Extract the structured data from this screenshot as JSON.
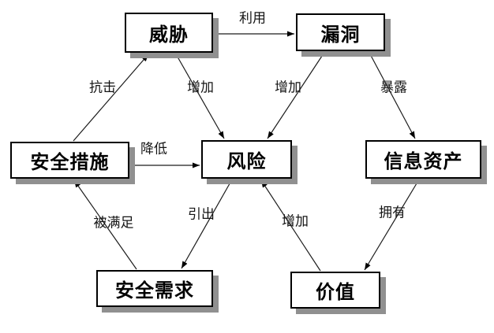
{
  "diagram": {
    "nodes": {
      "threat": {
        "label": "威胁"
      },
      "vulnerability": {
        "label": "漏洞"
      },
      "security_measures": {
        "label": "安全措施"
      },
      "risk": {
        "label": "风险"
      },
      "information_assets": {
        "label": "信息资产"
      },
      "security_requirements": {
        "label": "安全需求"
      },
      "value": {
        "label": "价值"
      }
    },
    "edges": [
      {
        "from": "threat",
        "to": "vulnerability",
        "label": "利用"
      },
      {
        "from": "security_measures",
        "to": "threat",
        "label": "抗击"
      },
      {
        "from": "threat",
        "to": "risk",
        "label": "增加"
      },
      {
        "from": "vulnerability",
        "to": "risk",
        "label": "增加"
      },
      {
        "from": "vulnerability",
        "to": "information_assets",
        "label": "暴露"
      },
      {
        "from": "security_measures",
        "to": "risk",
        "label": "降低"
      },
      {
        "from": "security_requirements",
        "to": "security_measures",
        "label": "被满足"
      },
      {
        "from": "risk",
        "to": "security_requirements",
        "label": "引出"
      },
      {
        "from": "value",
        "to": "risk",
        "label": "增加"
      },
      {
        "from": "information_assets",
        "to": "value",
        "label": "拥有"
      }
    ],
    "colors": {
      "background": "#ffffff",
      "node_fill": "#ffffff",
      "node_border": "#000000",
      "node_shadow": "#909090",
      "line": "#1c1c1c",
      "text": "#000000"
    }
  }
}
